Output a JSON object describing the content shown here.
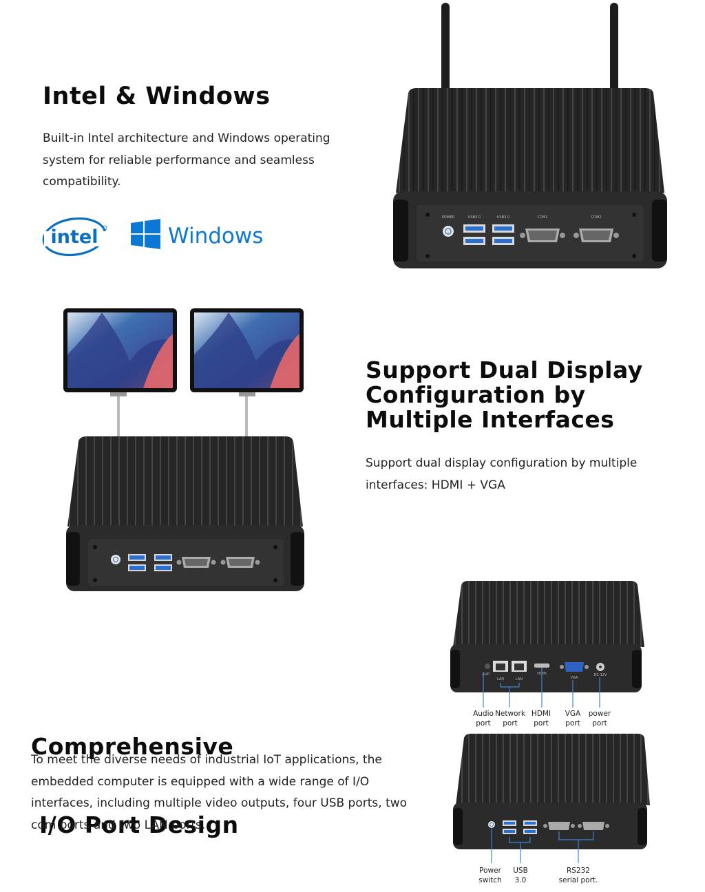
{
  "section1": {
    "title": "Intel & Windows",
    "text": "Built-in Intel architecture and Windows operating system for reliable performance and seamless compatibility.",
    "intel_logo_text": "intel",
    "windows_logo_text": "Windows"
  },
  "section2": {
    "title_lines": [
      "Support Dual Display",
      "Configuration by",
      "Multiple Interfaces"
    ],
    "text": "Support dual display configuration by multiple interfaces: HDMI + VGA"
  },
  "section3": {
    "title_lines": [
      "Comprehensive",
      " I/O Port Design"
    ],
    "text": "To meet the diverse needs of industrial IoT applications, the embedded computer is equipped with a wide range of I/O interfaces, including multiple video outputs, four USB ports, two com ports and two LAN ports."
  },
  "port_labels_top": [
    {
      "line1": "Audio",
      "line2": "port"
    },
    {
      "line1": "Network",
      "line2": "port"
    },
    {
      "line1": "HDMI",
      "line2": "port"
    },
    {
      "line1": "VGA",
      "line2": "port"
    },
    {
      "line1": "power",
      "line2": "port"
    }
  ],
  "port_labels_bottom": [
    {
      "line1": "Power",
      "line2": "switch"
    },
    {
      "line1": "USB",
      "line2": "3.0"
    },
    {
      "line1": "RS232",
      "line2": "serial port."
    }
  ],
  "front_panel_labels": [
    "POWER",
    "USB3.0",
    "USB3.0",
    "COM1",
    "COM2"
  ],
  "rear_panel_labels": [
    "AUD",
    "LAN",
    "LAN",
    "HDMI",
    "VGA",
    "DC-12V"
  ],
  "colors": {
    "intel_blue": "#0a6fc2",
    "windows_blue": "#0a78d4",
    "case_dark": "#2a2a2a",
    "usb_blue": "#2b6fd1"
  }
}
